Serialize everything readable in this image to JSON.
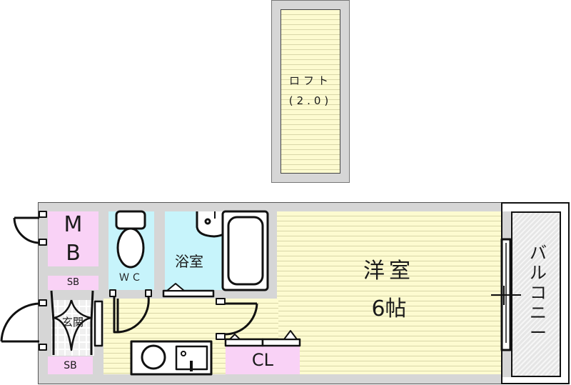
{
  "floor_plan": {
    "loft": {
      "label": "ロフト",
      "size": "(2.0)"
    },
    "rooms": {
      "western_room": {
        "label": "洋室",
        "size": "6帖"
      },
      "bathroom": {
        "label": "浴室"
      },
      "toilet": {
        "label": "ＷＣ"
      },
      "meter_box": {
        "label_line1": "M",
        "label_line2": "B"
      },
      "shoe_box_upper": {
        "label": "SB"
      },
      "shoe_box_lower": {
        "label": "SB"
      },
      "entrance": {
        "label": "玄関"
      },
      "closet": {
        "label": "CL"
      },
      "balcony": {
        "label": "バルコニー",
        "chars": [
          "バ",
          "ル",
          "コ",
          "ニ",
          "ー"
        ]
      }
    },
    "colors": {
      "wall": "#d6d6d6",
      "floor": "#fdfbd0",
      "storage": "#f9d2f6",
      "wet_area": "#c7f4fb",
      "outline": "#111111"
    }
  }
}
